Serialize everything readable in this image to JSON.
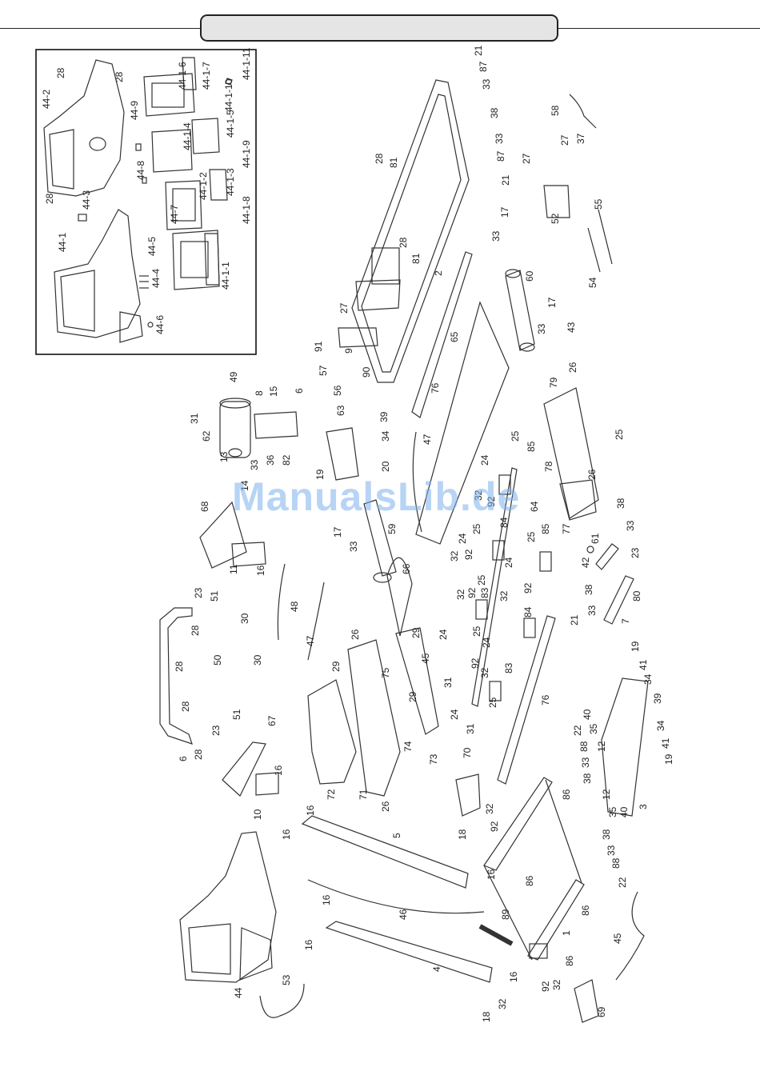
{
  "watermark": "ManualsLib.de",
  "inset_labels": [
    {
      "id": "l-28a",
      "text": "28"
    },
    {
      "id": "l-28b",
      "text": "28"
    },
    {
      "id": "l-44-2",
      "text": "44-2"
    },
    {
      "id": "l-28c",
      "text": "28"
    },
    {
      "id": "l-44-3",
      "text": "44-3"
    },
    {
      "id": "l-44-1",
      "text": "44-1"
    },
    {
      "id": "l-44-6",
      "text": "44-6"
    },
    {
      "id": "l-44-4",
      "text": "44-4"
    },
    {
      "id": "l-44-5",
      "text": "44-5"
    },
    {
      "id": "l-44-7",
      "text": "44-7"
    },
    {
      "id": "l-44-8",
      "text": "44-8"
    },
    {
      "id": "l-44-9",
      "text": "44-9"
    },
    {
      "id": "l-44-1-4",
      "text": "44-1-4"
    },
    {
      "id": "l-44-1-6",
      "text": "44-1-6"
    },
    {
      "id": "l-44-1-7",
      "text": "44-1-7"
    },
    {
      "id": "l-44-1-2",
      "text": "44-1-2"
    },
    {
      "id": "l-44-1-3",
      "text": "44-1-3"
    },
    {
      "id": "l-44-1-5",
      "text": "44-1-5"
    },
    {
      "id": "l-44-1-1",
      "text": "44-1-1"
    },
    {
      "id": "l-44-1-8",
      "text": "44-1-8"
    },
    {
      "id": "l-44-1-9",
      "text": "44-1-9"
    },
    {
      "id": "l-44-1-10",
      "text": "44-1-10"
    },
    {
      "id": "l-44-1-11",
      "text": "44-1-11"
    }
  ],
  "part_labels": [
    {
      "id": "p21a",
      "text": "21"
    },
    {
      "id": "p87a",
      "text": "87"
    },
    {
      "id": "p33a",
      "text": "33"
    },
    {
      "id": "p38a",
      "text": "38"
    },
    {
      "id": "p33b",
      "text": "33"
    },
    {
      "id": "p87b",
      "text": "87"
    },
    {
      "id": "p21b",
      "text": "21"
    },
    {
      "id": "p28d",
      "text": "28"
    },
    {
      "id": "p81a",
      "text": "81"
    },
    {
      "id": "p28e",
      "text": "28"
    },
    {
      "id": "p81b",
      "text": "81"
    },
    {
      "id": "p2",
      "text": "2"
    },
    {
      "id": "p58",
      "text": "58"
    },
    {
      "id": "p27a",
      "text": "27"
    },
    {
      "id": "p37",
      "text": "37"
    },
    {
      "id": "p27b",
      "text": "27"
    },
    {
      "id": "p52",
      "text": "52"
    },
    {
      "id": "p55",
      "text": "55"
    },
    {
      "id": "p54",
      "text": "54"
    },
    {
      "id": "p43",
      "text": "43"
    },
    {
      "id": "p17a",
      "text": "17"
    },
    {
      "id": "p33c",
      "text": "33"
    },
    {
      "id": "p60",
      "text": "60"
    },
    {
      "id": "p17b",
      "text": "17"
    },
    {
      "id": "p33d",
      "text": "33"
    },
    {
      "id": "p65",
      "text": "65"
    },
    {
      "id": "p76a",
      "text": "76"
    },
    {
      "id": "p27c",
      "text": "27"
    },
    {
      "id": "p9",
      "text": "9"
    },
    {
      "id": "p91",
      "text": "91"
    },
    {
      "id": "p57",
      "text": "57"
    },
    {
      "id": "p90",
      "text": "90"
    },
    {
      "id": "p56",
      "text": "56"
    },
    {
      "id": "p49",
      "text": "49"
    },
    {
      "id": "p31a",
      "text": "31"
    },
    {
      "id": "p62",
      "text": "62"
    },
    {
      "id": "p8",
      "text": "8"
    },
    {
      "id": "p15",
      "text": "15"
    },
    {
      "id": "p6a",
      "text": "6"
    },
    {
      "id": "p13",
      "text": "13"
    },
    {
      "id": "p14",
      "text": "14"
    },
    {
      "id": "p33e",
      "text": "33"
    },
    {
      "id": "p36",
      "text": "36"
    },
    {
      "id": "p82",
      "text": "82"
    },
    {
      "id": "p63",
      "text": "63"
    },
    {
      "id": "p39a",
      "text": "39"
    },
    {
      "id": "p34a",
      "text": "34"
    },
    {
      "id": "p20",
      "text": "20"
    },
    {
      "id": "p19a",
      "text": "19"
    },
    {
      "id": "p47a",
      "text": "47"
    },
    {
      "id": "p79",
      "text": "79"
    },
    {
      "id": "p26a",
      "text": "26"
    },
    {
      "id": "p25a",
      "text": "25"
    },
    {
      "id": "p26b",
      "text": "26"
    },
    {
      "id": "p78",
      "text": "78"
    },
    {
      "id": "p77",
      "text": "77"
    },
    {
      "id": "p68",
      "text": "68"
    },
    {
      "id": "p11",
      "text": "11"
    },
    {
      "id": "p16a",
      "text": "16"
    },
    {
      "id": "p17c",
      "text": "17"
    },
    {
      "id": "p33f",
      "text": "33"
    },
    {
      "id": "p59",
      "text": "59"
    },
    {
      "id": "p66",
      "text": "66"
    },
    {
      "id": "p24a",
      "text": "24"
    },
    {
      "id": "p25b",
      "text": "25"
    },
    {
      "id": "p85a",
      "text": "85"
    },
    {
      "id": "p32a",
      "text": "32"
    },
    {
      "id": "p92a",
      "text": "92"
    },
    {
      "id": "p64",
      "text": "64"
    },
    {
      "id": "p24b",
      "text": "24"
    },
    {
      "id": "p25c",
      "text": "25"
    },
    {
      "id": "p84a",
      "text": "84"
    },
    {
      "id": "p32b",
      "text": "32"
    },
    {
      "id": "p92b",
      "text": "92"
    },
    {
      "id": "p25d",
      "text": "25"
    },
    {
      "id": "p24c",
      "text": "24"
    },
    {
      "id": "p85b",
      "text": "85"
    },
    {
      "id": "p32c",
      "text": "32"
    },
    {
      "id": "p92c",
      "text": "92"
    },
    {
      "id": "p25e",
      "text": "25"
    },
    {
      "id": "p83a",
      "text": "83"
    },
    {
      "id": "p32d",
      "text": "32"
    },
    {
      "id": "p92d",
      "text": "92"
    },
    {
      "id": "p84b",
      "text": "84"
    },
    {
      "id": "p24d",
      "text": "24"
    },
    {
      "id": "p25f",
      "text": "25"
    },
    {
      "id": "p38b",
      "text": "38"
    },
    {
      "id": "p33g",
      "text": "33"
    },
    {
      "id": "p61",
      "text": "61"
    },
    {
      "id": "p42",
      "text": "42"
    },
    {
      "id": "p23a",
      "text": "23"
    },
    {
      "id": "p80",
      "text": "80"
    },
    {
      "id": "p38c",
      "text": "38"
    },
    {
      "id": "p33h",
      "text": "33"
    },
    {
      "id": "p21c",
      "text": "21"
    },
    {
      "id": "p7",
      "text": "7"
    },
    {
      "id": "p23b",
      "text": "23"
    },
    {
      "id": "p51a",
      "text": "51"
    },
    {
      "id": "p28f",
      "text": "28"
    },
    {
      "id": "p30a",
      "text": "30"
    },
    {
      "id": "p48",
      "text": "48"
    },
    {
      "id": "p47b",
      "text": "47"
    },
    {
      "id": "p26c",
      "text": "26"
    },
    {
      "id": "p29a",
      "text": "29"
    },
    {
      "id": "p29b",
      "text": "29"
    },
    {
      "id": "p45a",
      "text": "45"
    },
    {
      "id": "p75",
      "text": "75"
    },
    {
      "id": "p24e",
      "text": "24"
    },
    {
      "id": "p92e",
      "text": "92"
    },
    {
      "id": "p32e",
      "text": "32"
    },
    {
      "id": "p83b",
      "text": "83"
    },
    {
      "id": "p31b",
      "text": "31"
    },
    {
      "id": "p24f",
      "text": "24"
    },
    {
      "id": "p31c",
      "text": "31"
    },
    {
      "id": "p25g",
      "text": "25"
    },
    {
      "id": "p76b",
      "text": "76"
    },
    {
      "id": "p28g",
      "text": "28"
    },
    {
      "id": "p50",
      "text": "50"
    },
    {
      "id": "p30b",
      "text": "30"
    },
    {
      "id": "p28h",
      "text": "28"
    },
    {
      "id": "p51b",
      "text": "51"
    },
    {
      "id": "p6b",
      "text": "6"
    },
    {
      "id": "p28i",
      "text": "28"
    },
    {
      "id": "p23c",
      "text": "23"
    },
    {
      "id": "p29c",
      "text": "29"
    },
    {
      "id": "p74",
      "text": "74"
    },
    {
      "id": "p73",
      "text": "73"
    },
    {
      "id": "p19b",
      "text": "19"
    },
    {
      "id": "p41a",
      "text": "41"
    },
    {
      "id": "p34b",
      "text": "34"
    },
    {
      "id": "p39b",
      "text": "39"
    },
    {
      "id": "p34c",
      "text": "34"
    },
    {
      "id": "p41b",
      "text": "41"
    },
    {
      "id": "p19c",
      "text": "19"
    },
    {
      "id": "p40a",
      "text": "40"
    },
    {
      "id": "p35a",
      "text": "35"
    },
    {
      "id": "p12a",
      "text": "12"
    },
    {
      "id": "p22a",
      "text": "22"
    },
    {
      "id": "p88a",
      "text": "88"
    },
    {
      "id": "p33i",
      "text": "33"
    },
    {
      "id": "p38d",
      "text": "38"
    },
    {
      "id": "p67",
      "text": "67"
    },
    {
      "id": "p16b",
      "text": "16"
    },
    {
      "id": "p10",
      "text": "10"
    },
    {
      "id": "p72",
      "text": "72"
    },
    {
      "id": "p71",
      "text": "71"
    },
    {
      "id": "p26d",
      "text": "26"
    },
    {
      "id": "p70",
      "text": "70"
    },
    {
      "id": "p86a",
      "text": "86"
    },
    {
      "id": "p3",
      "text": "3"
    },
    {
      "id": "p12b",
      "text": "12"
    },
    {
      "id": "p35b",
      "text": "35"
    },
    {
      "id": "p40b",
      "text": "40"
    },
    {
      "id": "p16c",
      "text": "16"
    },
    {
      "id": "p16d",
      "text": "16"
    },
    {
      "id": "p5",
      "text": "5"
    },
    {
      "id": "p18a",
      "text": "18"
    },
    {
      "id": "p32f",
      "text": "32"
    },
    {
      "id": "p92f",
      "text": "92"
    },
    {
      "id": "p16e",
      "text": "16"
    },
    {
      "id": "p86b",
      "text": "86"
    },
    {
      "id": "p38e",
      "text": "38"
    },
    {
      "id": "p33j",
      "text": "33"
    },
    {
      "id": "p88b",
      "text": "88"
    },
    {
      "id": "p22b",
      "text": "22"
    },
    {
      "id": "p46",
      "text": "46"
    },
    {
      "id": "p89",
      "text": "89"
    },
    {
      "id": "p86c",
      "text": "86"
    },
    {
      "id": "p1",
      "text": "1"
    },
    {
      "id": "p16f",
      "text": "16"
    },
    {
      "id": "p16g",
      "text": "16"
    },
    {
      "id": "p45b",
      "text": "45"
    },
    {
      "id": "p44",
      "text": "44"
    },
    {
      "id": "p4",
      "text": "4"
    },
    {
      "id": "p86d",
      "text": "86"
    },
    {
      "id": "p53",
      "text": "53"
    },
    {
      "id": "p16h",
      "text": "16"
    },
    {
      "id": "p92g",
      "text": "92"
    },
    {
      "id": "p32g",
      "text": "32"
    },
    {
      "id": "p18b",
      "text": "18"
    },
    {
      "id": "p32h",
      "text": "32"
    },
    {
      "id": "p69",
      "text": "69"
    }
  ]
}
